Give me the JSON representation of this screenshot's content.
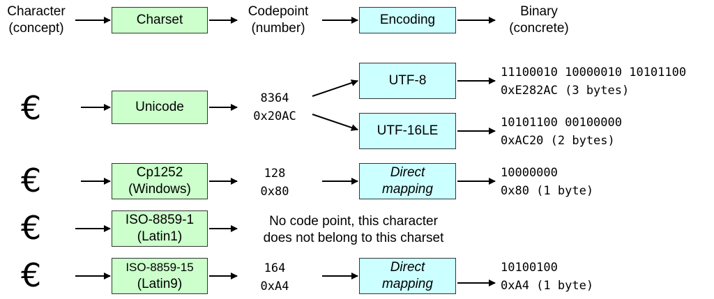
{
  "header": {
    "character": [
      "Character",
      "(concept)"
    ],
    "charset": "Charset",
    "codepoint": [
      "Codepoint",
      "(number)"
    ],
    "encoding": "Encoding",
    "binary": [
      "Binary",
      "(concrete)"
    ]
  },
  "rows": {
    "unicode": {
      "symbol": "€",
      "charset": "Unicode",
      "codepoint": [
        "8364",
        "0x20AC"
      ],
      "enc1": "UTF-8",
      "bin1": [
        "11100010 10000010 10101100",
        "0xE282AC (3 bytes)"
      ],
      "enc2": "UTF-16LE",
      "bin2": [
        "10101100 00100000",
        "0xAC20 (2 bytes)"
      ]
    },
    "cp1252": {
      "symbol": "€",
      "charset": [
        "Cp1252",
        "(Windows)"
      ],
      "codepoint": [
        "128",
        "0x80"
      ],
      "encoding": [
        "Direct",
        "mapping"
      ],
      "binary": [
        "10000000",
        "0x80 (1 byte)"
      ]
    },
    "latin1": {
      "symbol": "€",
      "charset": [
        "ISO-8859-1",
        "(Latin1)"
      ],
      "note": [
        "No code point, this character",
        "does not belong to this charset"
      ]
    },
    "latin9": {
      "symbol": "€",
      "charset": [
        "ISO-8859-15",
        "(Latin9)"
      ],
      "codepoint": [
        "164",
        "0xA4"
      ],
      "encoding": [
        "Direct",
        "mapping"
      ],
      "binary": [
        "10100100",
        "0xA4 (1 byte)"
      ]
    }
  }
}
